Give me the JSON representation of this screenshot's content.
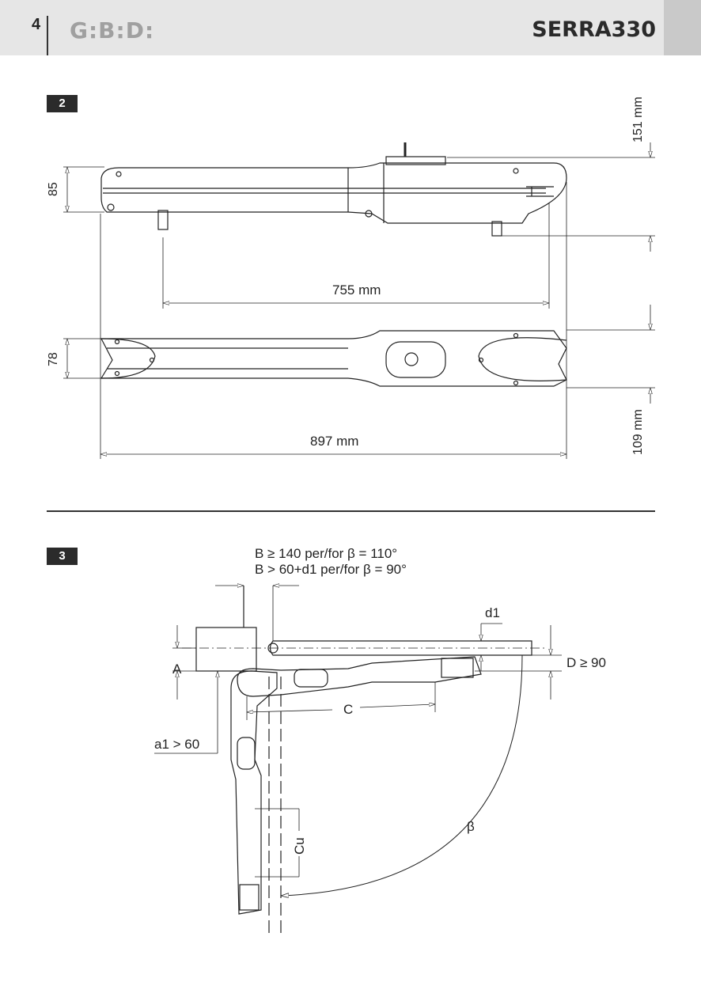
{
  "header": {
    "page_number": "4",
    "logo": "G:B:D:",
    "model": "SERRA330"
  },
  "figure2": {
    "label": "2",
    "dim_height_side": "85",
    "dim_top": "151 mm",
    "dim_fixing": "755 mm",
    "dim_height_top": "78",
    "dim_bottom": "109 mm",
    "dim_total": "897 mm"
  },
  "figure3": {
    "label": "3",
    "b_condition_1": "B ≥ 140  per/for  β = 110°",
    "b_condition_2": "B > 60+d1  per/for  β = 90°",
    "d1": "d1",
    "d_condition": "D ≥ 90",
    "a": "A",
    "c": "C",
    "a1_condition": "a1 > 60",
    "beta": "β",
    "cu": "Cu"
  }
}
